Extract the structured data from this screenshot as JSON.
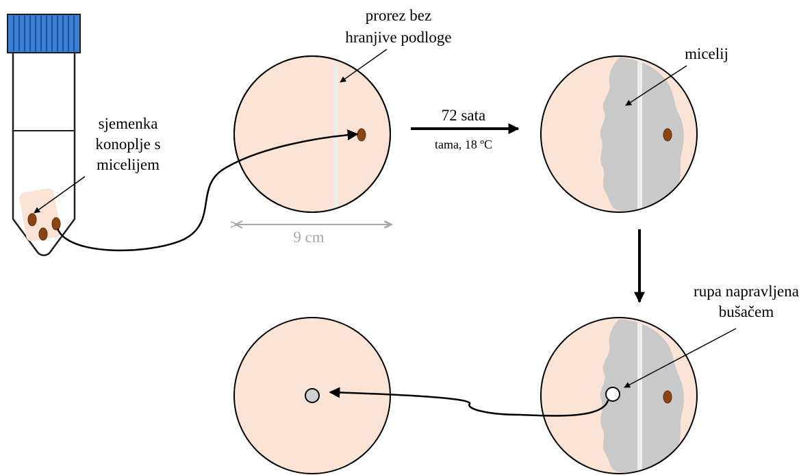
{
  "labels": {
    "seed_line1": "sjemenka",
    "seed_line2": "konoplje s",
    "seed_line3": "micelijem",
    "slit_line1": "prorez bez",
    "slit_line2": "hranjive podloge",
    "incubation_time": "72 sata",
    "incubation_conditions": "tama, 18 ºC",
    "mycelium": "micelij",
    "hole_line1": "rupa napravljena",
    "hole_line2": "bušačem",
    "scale": "9 cm"
  },
  "colors": {
    "medium": "#fbe3d6",
    "mycelium": "#c9c9c9",
    "slit": "#ececec",
    "seed": "#8b4513",
    "cap": "#3a7fd5",
    "hole": "#d0d0d0",
    "scale": "#a6a6a6",
    "outline": "#000000"
  }
}
